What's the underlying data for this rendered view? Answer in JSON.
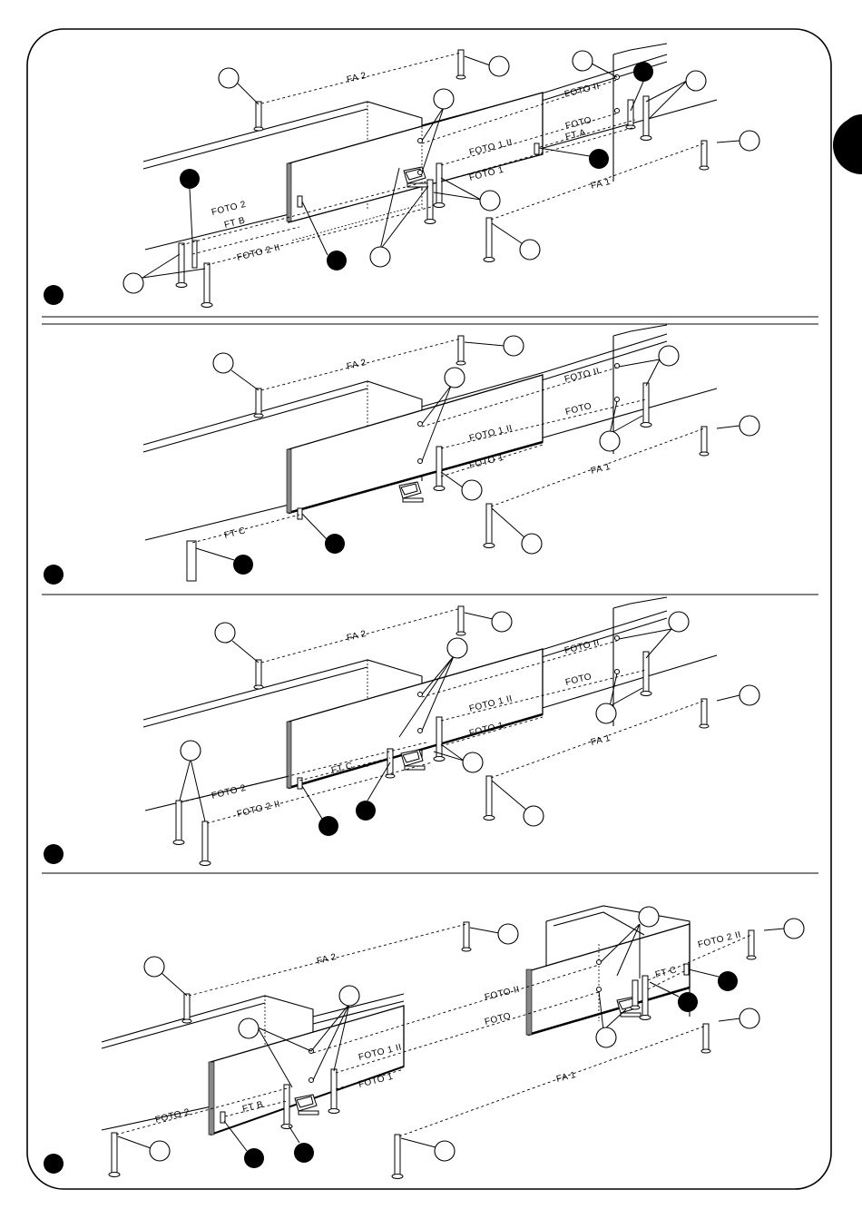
{
  "labels": {
    "fa1": "FA 1",
    "fa2": "FA 2",
    "foto": "FOTO",
    "foto_ii": "FOTO II",
    "foto1": "FOTO 1",
    "foto1_ii": "FOTO 1 II",
    "foto2": "FOTO 2",
    "foto2_ii": "FOTO 2 II",
    "ft_a": "FT  A",
    "ft_b": "FT  B",
    "ft_c": "FT  C",
    "ftc": "FT C"
  },
  "colors": {
    "line": "#000000",
    "background": "#ffffff"
  },
  "side_tab": {
    "icon": "black-half-circle-tab"
  }
}
